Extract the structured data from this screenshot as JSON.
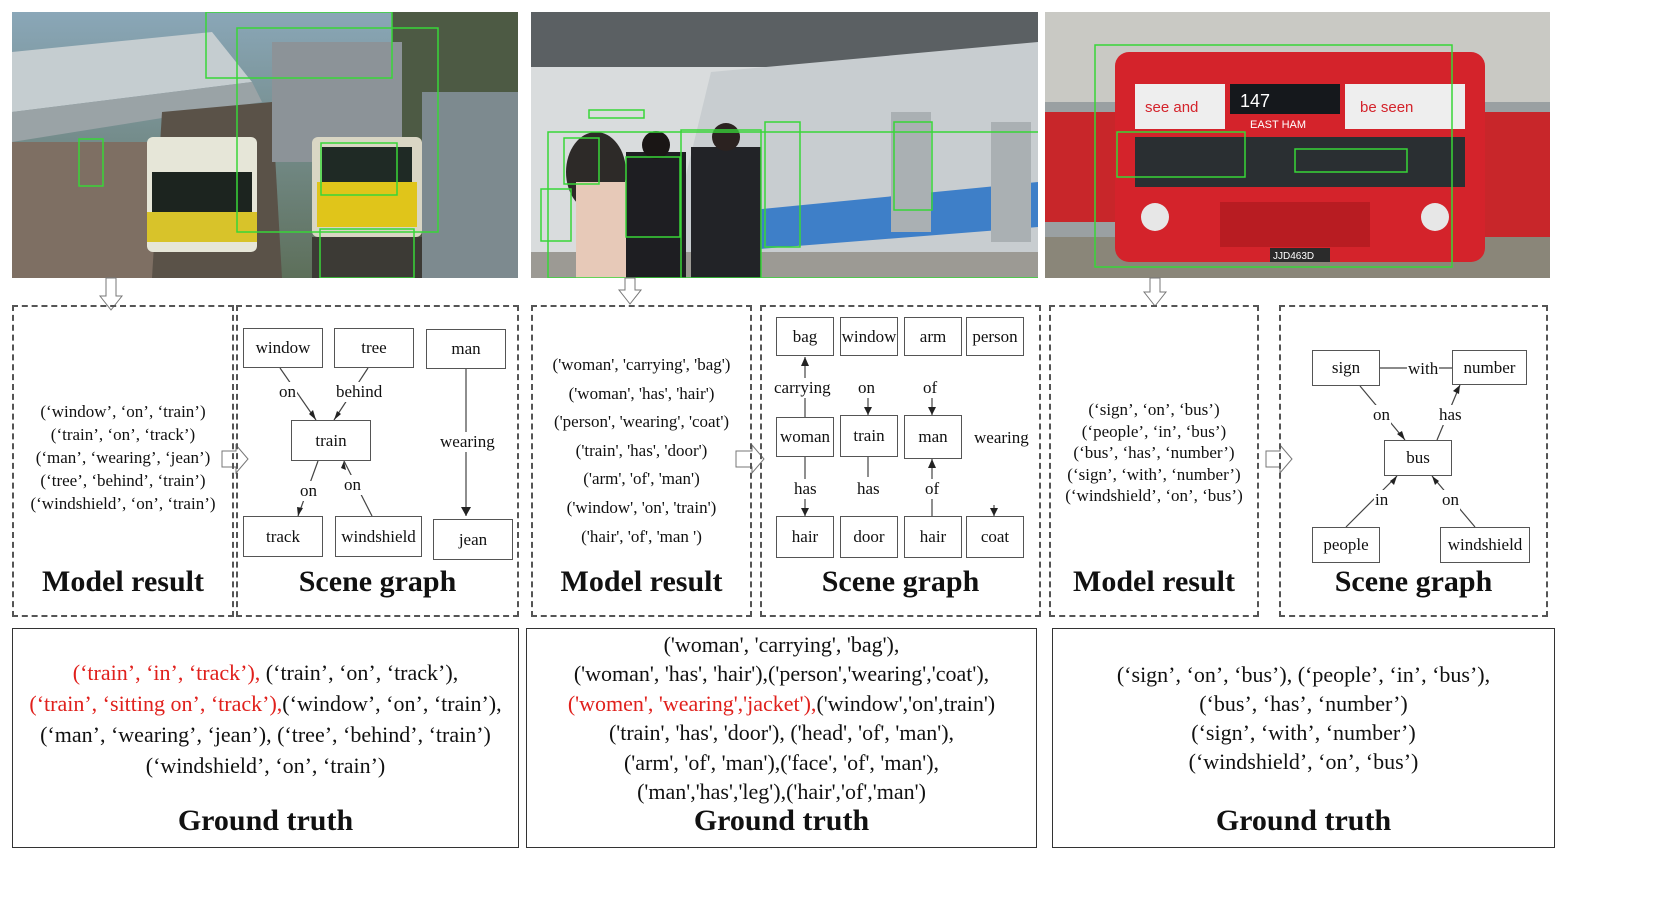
{
  "panels": [
    {
      "photo_alt": "train station photo",
      "model_result": {
        "caption": "Model result",
        "triplets": [
          "(‘window’, ‘on’, ‘train’)",
          "(‘train’, ‘on’, ‘track’)",
          "(‘man’, ‘wearing’, ‘jean’)",
          "(‘tree’, ‘behind’, ‘train’)",
          "(‘windshield’, ‘on’, ‘train’)"
        ]
      },
      "scene_graph": {
        "caption": "Scene graph",
        "nodes": {
          "window": "window",
          "tree": "tree",
          "man": "man",
          "train": "train",
          "track": "track",
          "windshield": "windshield",
          "jean": "jean"
        },
        "edges": {
          "on1": "on",
          "behind": "behind",
          "wearing": "wearing",
          "on2": "on",
          "on3": "on"
        }
      },
      "ground_truth": {
        "caption": "Ground truth",
        "lines": [
          [
            {
              "text": "(‘train’, ‘in’, ‘track’),",
              "red": true
            },
            {
              "text": " (‘train’, ‘on’, ‘track’),",
              "red": false
            }
          ],
          [
            {
              "text": "(‘train’, ‘sitting on’, ‘track’),",
              "red": true
            },
            {
              "text": "(‘window’, ‘on’, ‘train’),",
              "red": false
            }
          ],
          [
            {
              "text": "(‘man’, ‘wearing’, ‘jean’),  (‘tree’, ‘behind’, ‘train’)",
              "red": false
            }
          ],
          [
            {
              "text": "(‘windshield’, ‘on’, ‘train’)",
              "red": false
            }
          ]
        ]
      }
    },
    {
      "photo_alt": "subway platform photo",
      "model_result": {
        "caption": "Model result",
        "triplets": [
          "('woman', 'carrying', 'bag')",
          "('woman', 'has', 'hair')",
          "('person', 'wearing', 'coat')",
          "('train', 'has', 'door')",
          "('arm', 'of', 'man')",
          "('window', 'on', 'train')",
          "('hair', 'of', 'man ')"
        ]
      },
      "scene_graph": {
        "caption": "Scene graph",
        "nodes": {
          "bag": "bag",
          "window": "window",
          "arm": "arm",
          "person": "person",
          "woman": "woman",
          "train": "train",
          "man": "man",
          "hair1": "hair",
          "door": "door",
          "hair2": "hair",
          "coat": "coat"
        },
        "edges": {
          "carrying": "carrying",
          "on": "on",
          "of1": "of",
          "wearing": "wearing",
          "has1": "has",
          "has2": "has",
          "of2": "of"
        }
      },
      "ground_truth": {
        "caption": "Ground truth",
        "lines": [
          [
            {
              "text": "('woman', 'carrying', 'bag'),",
              "red": false
            }
          ],
          [
            {
              "text": "('woman', 'has', 'hair'),('person','wearing','coat'),",
              "red": false
            }
          ],
          [
            {
              "text": "('women', 'wearing','jacket'),",
              "red": true
            },
            {
              "text": "('window','on',train')",
              "red": false
            }
          ],
          [
            {
              "text": "('train', 'has', 'door'), ('head', 'of', 'man'),",
              "red": false
            }
          ],
          [
            {
              "text": "('arm', 'of', 'man'),('face', 'of', 'man'),",
              "red": false
            }
          ],
          [
            {
              "text": "('man','has','leg'),('hair','of','man')",
              "red": false
            }
          ]
        ]
      }
    },
    {
      "photo_alt": "red double-decker bus photo",
      "model_result": {
        "caption": "Model result",
        "triplets": [
          "(‘sign’, ‘on’, ‘bus’)",
          "(‘people’, ‘in’, ‘bus’)",
          "(‘bus’, ‘has’, ‘number’)",
          "(‘sign’, ‘with’, ‘number’)",
          "(‘windshield’, ‘on’, ‘bus’)"
        ]
      },
      "scene_graph": {
        "caption": "Scene graph",
        "nodes": {
          "sign": "sign",
          "number": "number",
          "bus": "bus",
          "people": "people",
          "windshield": "windshield"
        },
        "edges": {
          "with": "with",
          "on1": "on",
          "has": "has",
          "in": "in",
          "on2": "on"
        }
      },
      "ground_truth": {
        "caption": "Ground truth",
        "lines": [
          [
            {
              "text": "(‘sign’, ‘on’, ‘bus’), (‘people’, ‘in’, ‘bus’),",
              "red": false
            }
          ],
          [
            {
              "text": "(‘bus’, ‘has’, ‘number’)",
              "red": false
            }
          ],
          [
            {
              "text": "(‘sign’, ‘with’, ‘number’)",
              "red": false
            }
          ],
          [
            {
              "text": "(‘windshield’, ‘on’, ‘bus’)",
              "red": false
            }
          ]
        ]
      }
    }
  ],
  "colors": {
    "box_green": "#38d638",
    "highlight_red": "#e0201c"
  },
  "photo3_signs": {
    "route": "147",
    "dest1": "EAST HAM",
    "plate": "JJD463D",
    "left_sign": "see and",
    "right_sign": "be seen"
  }
}
